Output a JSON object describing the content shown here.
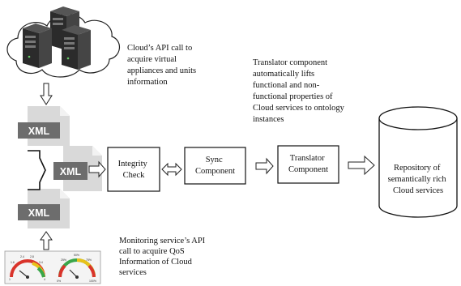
{
  "annotations": {
    "cloud_api": [
      "Cloud’s API call to",
      "acquire virtual",
      "appliances and units",
      "information"
    ],
    "translator_note": [
      "Translator component",
      "automatically lifts",
      "functional and non-",
      "functional properties of",
      "Cloud services to ontology",
      "instances"
    ],
    "monitoring_api": [
      "Monitoring service’s API",
      "call to acquire QoS",
      "Information of Cloud",
      "services"
    ]
  },
  "xml_label": "XML",
  "boxes": {
    "integrity": [
      "Integrity",
      "Check"
    ],
    "sync": [
      "Sync",
      "Component"
    ],
    "translator": [
      "Translator",
      "Component"
    ]
  },
  "repository": [
    "Repository of",
    "semantically rich",
    "Cloud services"
  ],
  "gauges": {
    "left_ticks": [
      "1.6",
      "2.4",
      "2.8",
      "3.4",
      "1",
      "4"
    ],
    "right_ticks": [
      "50%",
      "25%",
      "75%",
      "0%",
      "100%"
    ]
  },
  "colors": {
    "xml_band": "#6d6d6d",
    "document": "#d9d9d9",
    "server": "#2b2b2b",
    "gauge_red": "#d9342b",
    "gauge_yellow": "#e8c21a",
    "gauge_green": "#3aa64a"
  }
}
